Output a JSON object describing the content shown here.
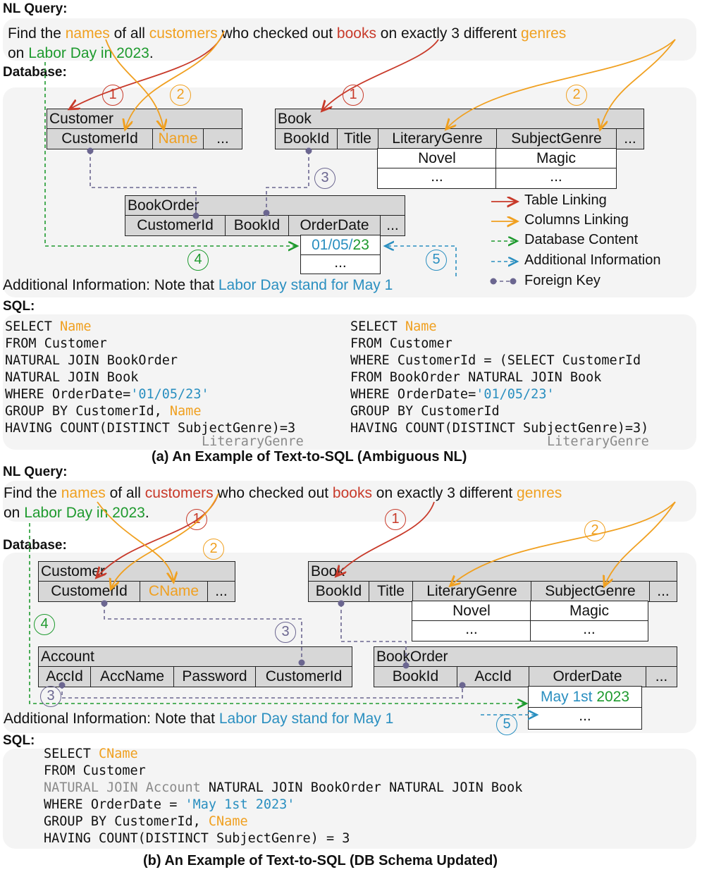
{
  "a": {
    "nl_header": "NL Query:",
    "nl": {
      "l1_find": "Find the ",
      "names": "names",
      "of_all": " of all ",
      "customers": "customers",
      "checked": " who checked out ",
      "books": "books",
      "exactly": " on exactly 3 different ",
      "genres": "genres",
      "on": "on ",
      "labor": "Labor Day in 2023",
      "dot": "."
    },
    "db_header": "Database:",
    "customer": {
      "name": "Customer",
      "cols": [
        "CustomerId",
        "Name",
        "..."
      ]
    },
    "book": {
      "name": "Book",
      "cols": [
        "BookId",
        "Title",
        "LiteraryGenre",
        "SubjectGenre",
        "..."
      ],
      "v1": [
        "Novel",
        "Magic"
      ],
      "v2": [
        "...",
        "..."
      ]
    },
    "bookorder": {
      "name": "BookOrder",
      "cols": [
        "CustomerId",
        "BookId",
        "OrderDate",
        "..."
      ]
    },
    "date_value": {
      "day": "01/05/",
      "year": "23"
    },
    "date_more": "...",
    "legend": {
      "table": "Table Linking",
      "columns": "Columns Linking",
      "content": "Database Content",
      "additional": "Additional Information",
      "fk": "Foreign Key"
    },
    "addinfo": {
      "prefix": "Additional Information: Note that ",
      "value": "Labor Day stand for May 1"
    },
    "sql_header": "SQL:",
    "sql_left": {
      "l1a": "SELECT ",
      "l1b": "Name",
      "l2": "FROM Customer",
      "l3": "NATURAL JOIN BookOrder",
      "l4": "NATURAL JOIN Book",
      "l5a": "WHERE OrderDate=",
      "l5b": "'01/05/23'",
      "l6a": "GROUP BY CustomerId, ",
      "l6b": "Name",
      "l7": "HAVING COUNT(DISTINCT SubjectGenre)=3",
      "alt": "LiteraryGenre"
    },
    "sql_right": {
      "l1a": "SELECT ",
      "l1b": "Name",
      "l2": "FROM Customer",
      "l3": "WHERE CustomerId = (SELECT CustomerId",
      "l4": "FROM BookOrder NATURAL JOIN Book",
      "l5a": "WHERE OrderDate=",
      "l5b": "'01/05/23'",
      "l6": "GROUP BY CustomerId",
      "l7": "HAVING COUNT(DISTINCT SubjectGenre)=3)",
      "alt": "LiteraryGenre"
    },
    "caption": "(a) An Example of Text-to-SQL (Ambiguous NL)"
  },
  "b": {
    "nl_header": "NL Query:",
    "nl": {
      "l1_find": "Find the ",
      "names": "names",
      "of_all": " of all ",
      "customers": "customers",
      "checked": " who checked out  ",
      "books": "books",
      "exactly": " on exactly 3 different ",
      "genres": "genres",
      "on": "on ",
      "labor": "Labor Day in 2023",
      "dot": "."
    },
    "db_header": "Database:",
    "customer": {
      "name": "Customer",
      "cols": [
        "CustomerId",
        "CName",
        "..."
      ]
    },
    "book": {
      "name": "Book",
      "cols": [
        "BookId",
        "Title",
        "LiteraryGenre",
        "SubjectGenre",
        "..."
      ],
      "v1": [
        "Novel",
        "Magic"
      ],
      "v2": [
        "...",
        "..."
      ]
    },
    "account": {
      "name": "Account",
      "cols": [
        "AccId",
        "AccName",
        "Password",
        "CustomerId"
      ]
    },
    "bookorder": {
      "name": "BookOrder",
      "cols": [
        "BookId",
        "AccId",
        "OrderDate",
        "..."
      ]
    },
    "date_value": {
      "day": "May 1st ",
      "year": "2023"
    },
    "date_more": "...",
    "addinfo": {
      "prefix": "Additional Information: Note that ",
      "value": "Labor Day stand for May 1"
    },
    "sql_header": "SQL:",
    "sql": {
      "l1a": "SELECT ",
      "l1b": "CName",
      "l2": "FROM Customer",
      "l3a": "NATURAL JOIN Account",
      "l3b": " NATURAL JOIN BookOrder NATURAL JOIN Book",
      "l4a": "WHERE OrderDate = ",
      "l4b": "'May 1st 2023'",
      "l5a": "GROUP BY CustomerId, ",
      "l5b": "CName",
      "l6": "HAVING COUNT(DISTINCT SubjectGenre) = 3"
    },
    "caption": "(b) An Example of Text-to-SQL (DB Schema Updated)"
  },
  "markers": {
    "n1": "1",
    "n2": "2",
    "n3": "3",
    "n4": "4",
    "n5": "5"
  },
  "colors": {
    "table": "#c83a2a",
    "columns": "#f0a020",
    "content": "#1e9a2e",
    "additional": "#2a8fc0",
    "fk": "#6b6690"
  }
}
